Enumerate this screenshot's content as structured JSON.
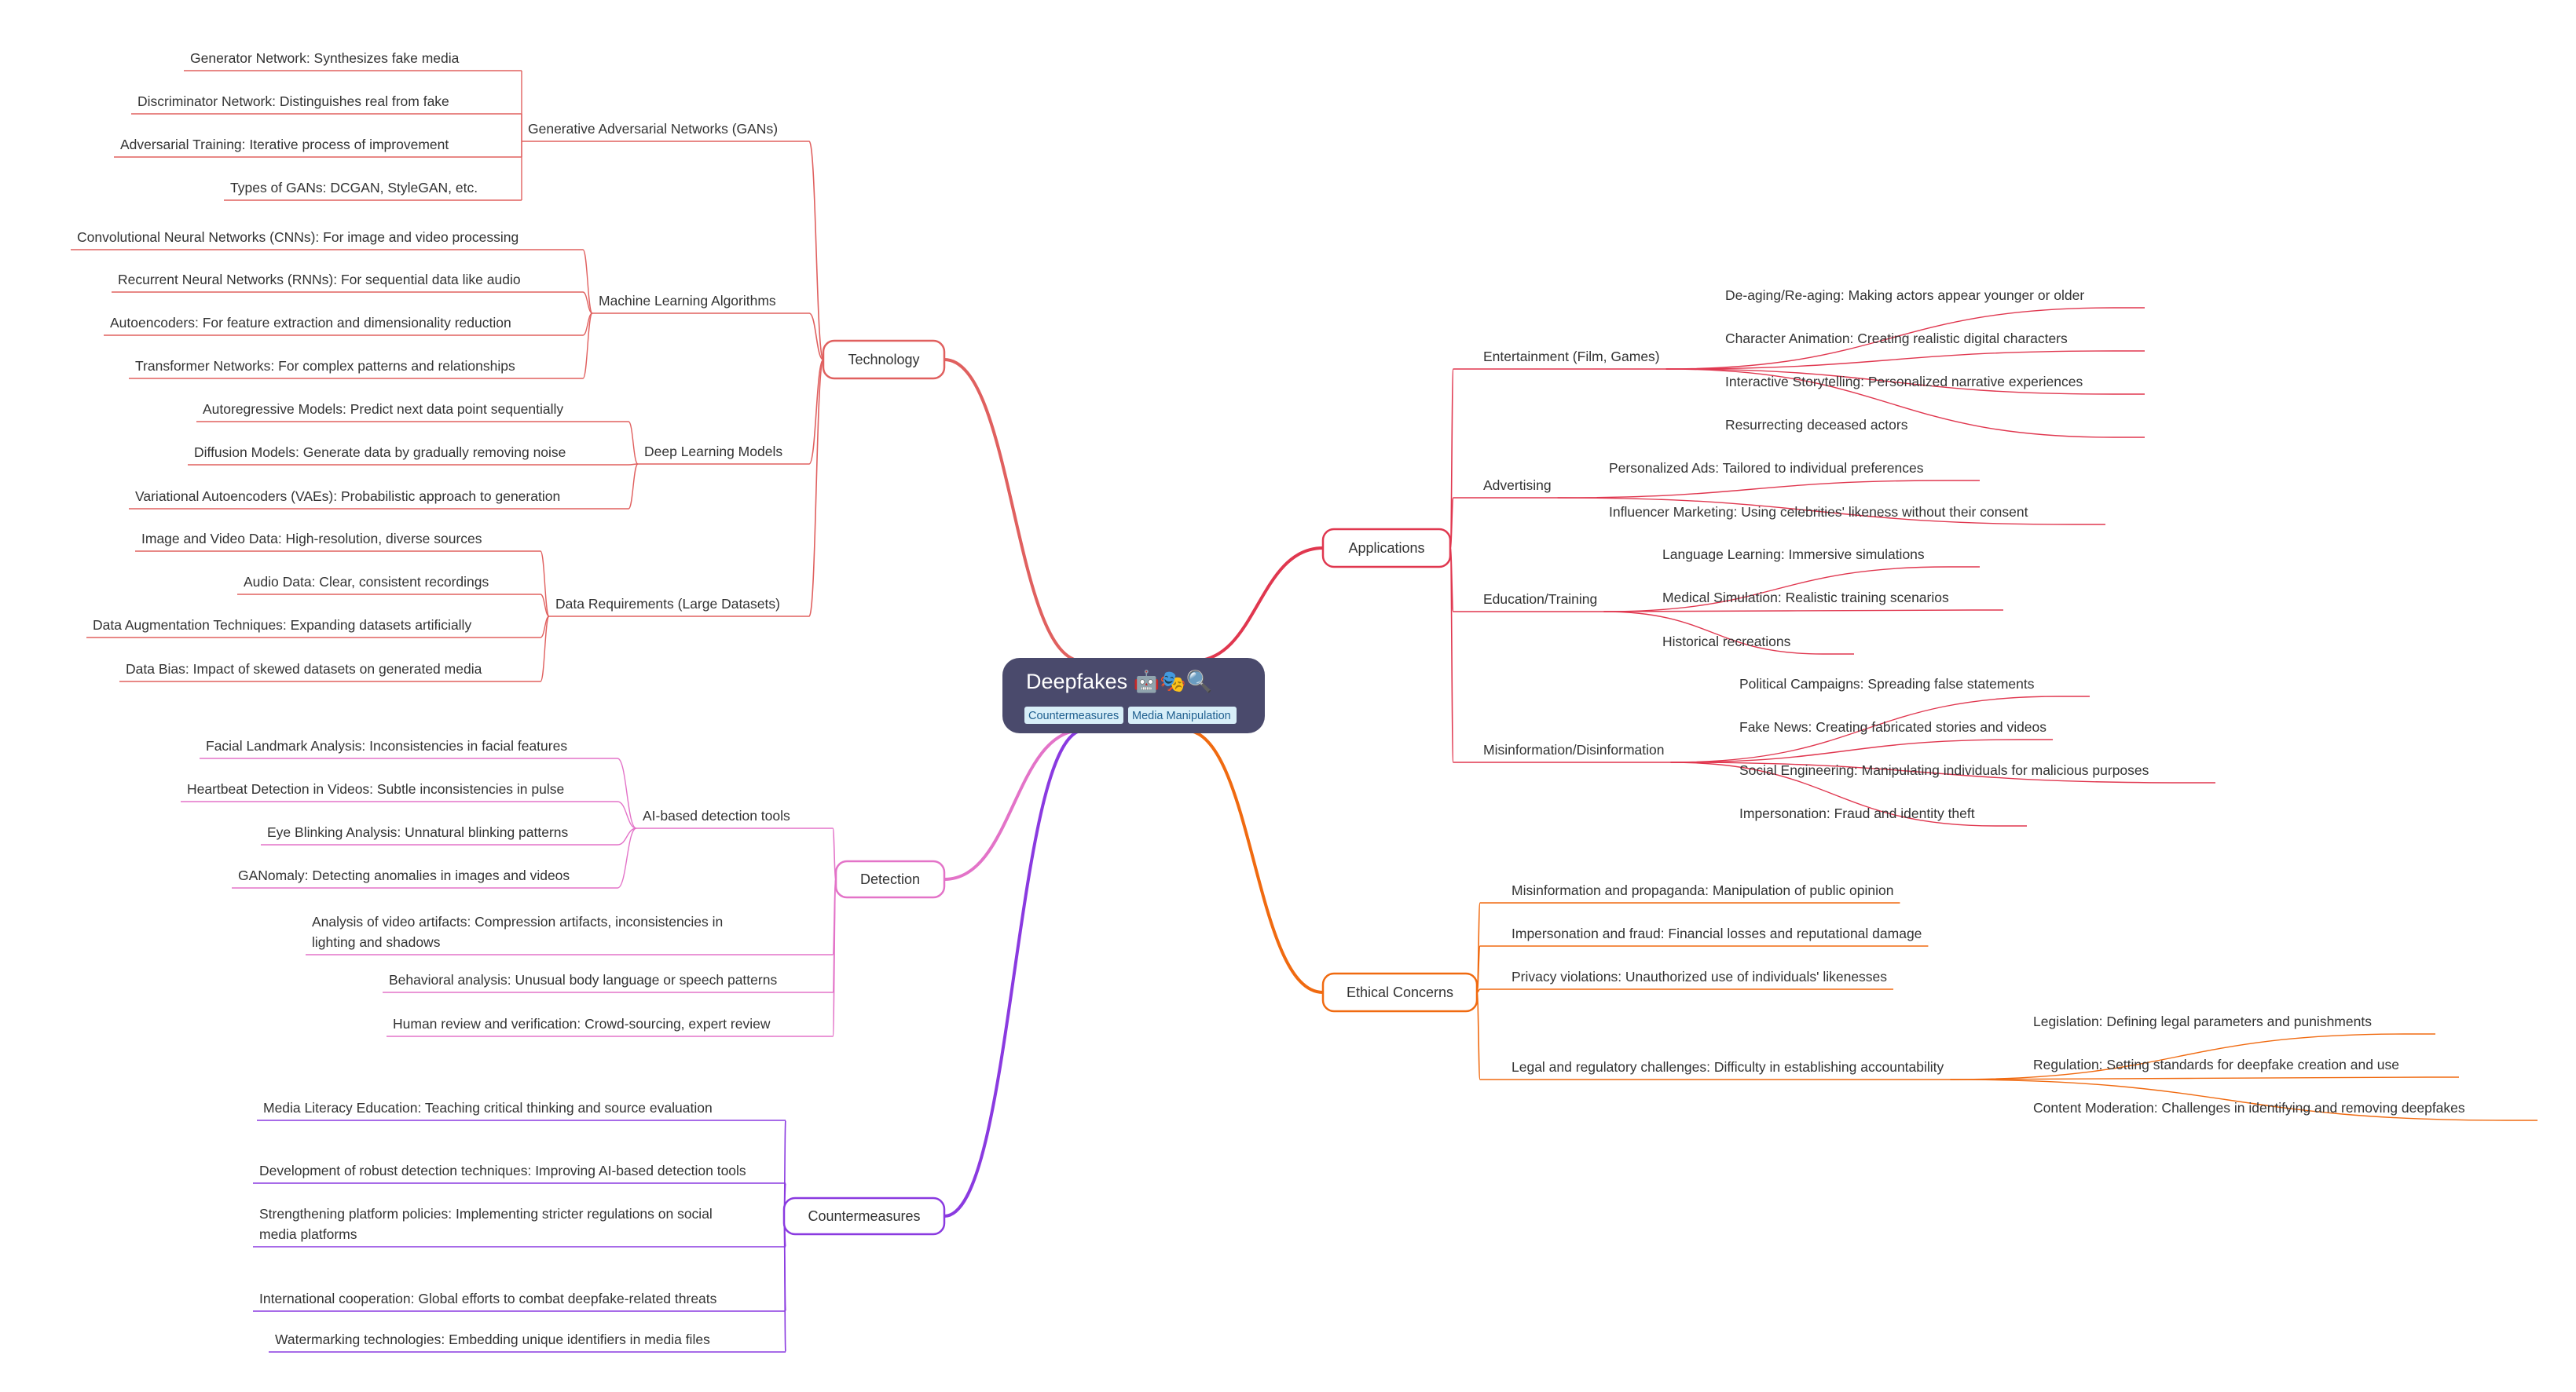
{
  "root": {
    "title": "Deepfakes 🤖🎭🔍",
    "tags": [
      "Countermeasures",
      "Media Manipulation"
    ]
  },
  "colors": {
    "technology": "#e0605f",
    "detection": "#e373c8",
    "countermeasures": "#8a3ae0",
    "applications": "#e0374f",
    "ethical": "#f06a10",
    "root_bg": "#4a4a6c",
    "tag_bg": "#d8eef8"
  },
  "branches": [
    {
      "key": "technology",
      "label": "Technology",
      "children": [
        {
          "label": "Generative Adversarial Networks (GANs)",
          "children": [
            {
              "label": "Generator Network: Synthesizes fake media"
            },
            {
              "label": "Discriminator Network: Distinguishes real from fake"
            },
            {
              "label": "Adversarial Training: Iterative process of improvement"
            },
            {
              "label": "Types of GANs: DCGAN, StyleGAN, etc."
            }
          ]
        },
        {
          "label": "Machine Learning Algorithms",
          "children": [
            {
              "label": "Convolutional Neural Networks (CNNs): For image and video processing"
            },
            {
              "label": "Recurrent Neural Networks (RNNs): For sequential data like audio"
            },
            {
              "label": "Autoencoders: For feature extraction and dimensionality reduction"
            },
            {
              "label": "Transformer Networks: For complex patterns and relationships"
            }
          ]
        },
        {
          "label": "Deep Learning Models",
          "children": [
            {
              "label": "Autoregressive Models: Predict next data point sequentially"
            },
            {
              "label": "Diffusion Models: Generate data by gradually removing noise"
            },
            {
              "label": "Variational Autoencoders (VAEs): Probabilistic approach to generation"
            }
          ]
        },
        {
          "label": "Data Requirements (Large Datasets)",
          "children": [
            {
              "label": "Image and Video Data: High-resolution, diverse sources"
            },
            {
              "label": "Audio Data: Clear, consistent recordings"
            },
            {
              "label": "Data Augmentation Techniques: Expanding datasets artificially"
            },
            {
              "label": "Data Bias: Impact of skewed datasets on generated media"
            }
          ]
        }
      ]
    },
    {
      "key": "detection",
      "label": "Detection",
      "children": [
        {
          "label": "AI-based detection tools",
          "children": [
            {
              "label": "Facial Landmark Analysis: Inconsistencies in facial features"
            },
            {
              "label": "Heartbeat Detection in Videos: Subtle inconsistencies in pulse"
            },
            {
              "label": "Eye Blinking Analysis: Unnatural blinking patterns"
            },
            {
              "label": "GANomaly: Detecting anomalies in images and videos"
            }
          ]
        },
        {
          "label": "Analysis of video artifacts: Compression artifacts, inconsistencies in lighting and shadows"
        },
        {
          "label": "Behavioral analysis: Unusual body language or speech patterns"
        },
        {
          "label": "Human review and verification: Crowd-sourcing, expert review"
        }
      ]
    },
    {
      "key": "countermeasures",
      "label": "Countermeasures",
      "children": [
        {
          "label": "Media Literacy Education: Teaching critical thinking and source evaluation"
        },
        {
          "label": "Development of robust detection techniques: Improving AI-based detection tools"
        },
        {
          "label": "Strengthening platform policies: Implementing stricter regulations on social media platforms"
        },
        {
          "label": "International cooperation: Global efforts to combat deepfake-related threats"
        },
        {
          "label": "Watermarking technologies: Embedding unique identifiers in media files"
        }
      ]
    },
    {
      "key": "applications",
      "label": "Applications",
      "children": [
        {
          "label": "Entertainment (Film, Games)",
          "children": [
            {
              "label": "De-aging/Re-aging: Making actors appear younger or older"
            },
            {
              "label": "Character Animation: Creating realistic digital characters"
            },
            {
              "label": "Interactive Storytelling: Personalized narrative experiences"
            },
            {
              "label": "Resurrecting deceased actors"
            }
          ]
        },
        {
          "label": "Advertising",
          "children": [
            {
              "label": "Personalized Ads: Tailored to individual preferences"
            },
            {
              "label": "Influencer Marketing: Using celebrities' likeness without their consent"
            }
          ]
        },
        {
          "label": "Education/Training",
          "children": [
            {
              "label": "Language Learning: Immersive simulations"
            },
            {
              "label": "Medical Simulation: Realistic training scenarios"
            },
            {
              "label": "Historical recreations"
            }
          ]
        },
        {
          "label": "Misinformation/Disinformation",
          "children": [
            {
              "label": "Political Campaigns: Spreading false statements"
            },
            {
              "label": "Fake News: Creating fabricated stories and videos"
            },
            {
              "label": "Social Engineering: Manipulating individuals for malicious purposes"
            },
            {
              "label": "Impersonation: Fraud and identity theft"
            }
          ]
        }
      ]
    },
    {
      "key": "ethical",
      "label": "Ethical Concerns",
      "children": [
        {
          "label": "Misinformation and propaganda: Manipulation of public opinion"
        },
        {
          "label": "Impersonation and fraud: Financial losses and reputational damage"
        },
        {
          "label": "Privacy violations: Unauthorized use of individuals' likenesses"
        },
        {
          "label": "Legal and regulatory challenges: Difficulty in establishing accountability",
          "children": [
            {
              "label": "Legislation: Defining legal parameters and punishments"
            },
            {
              "label": "Regulation: Setting standards for deepfake creation and use"
            },
            {
              "label": "Content Moderation: Challenges in identifying and removing deepfakes"
            }
          ]
        }
      ]
    }
  ]
}
